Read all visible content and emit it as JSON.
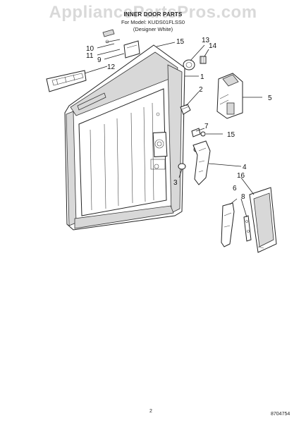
{
  "header": {
    "watermark": "AppliancePartsPros.com",
    "title": "INNER DOOR PARTS",
    "model_line": "For Model: KUDS01FLSS0",
    "color_line": "(Designer White)"
  },
  "callouts": [
    "1",
    "2",
    "3",
    "4",
    "5",
    "6",
    "7",
    "8",
    "9",
    "10",
    "11",
    "12",
    "13",
    "14",
    "15",
    "15",
    "16"
  ],
  "footer": {
    "page": "2",
    "code": "8704754"
  }
}
